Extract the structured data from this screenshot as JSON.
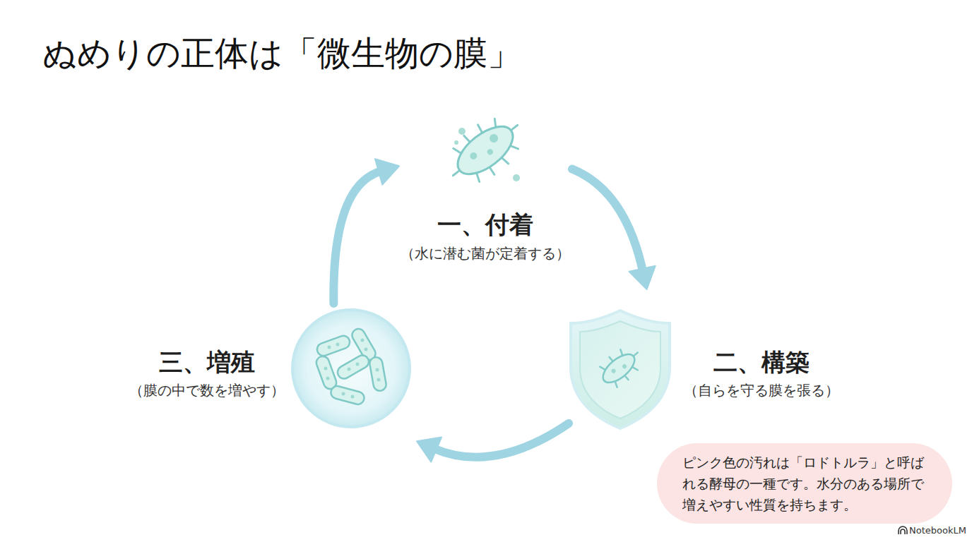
{
  "diagram": {
    "title": "ぬめりの正体は「微生物の膜」",
    "nodes": [
      {
        "text": [
          "一、付着",
          "（水に潜む菌が定着する）"
        ]
      },
      {
        "text": [
          "二、構築",
          "（自らを守る膜を張る）"
        ]
      },
      {
        "text": [
          "三、増殖",
          "（膜の中で数を増やす）"
        ]
      },
      {
        "text": [
          "ピンク色の汚れは「ロドトルラ」と呼ば れる酵母の一種です。水分のある場所で 増えやすい性質を持ちます。"
        ]
      }
    ],
    "edges": [
      {
        "from": 0,
        "to": 1,
        "arrow": "to"
      },
      {
        "from": 1,
        "to": 2,
        "arrow": "to"
      },
      {
        "from": 2,
        "to": 0,
        "arrow": "to"
      }
    ],
    "labels": [
      "NotebookLM"
    ]
  }
}
